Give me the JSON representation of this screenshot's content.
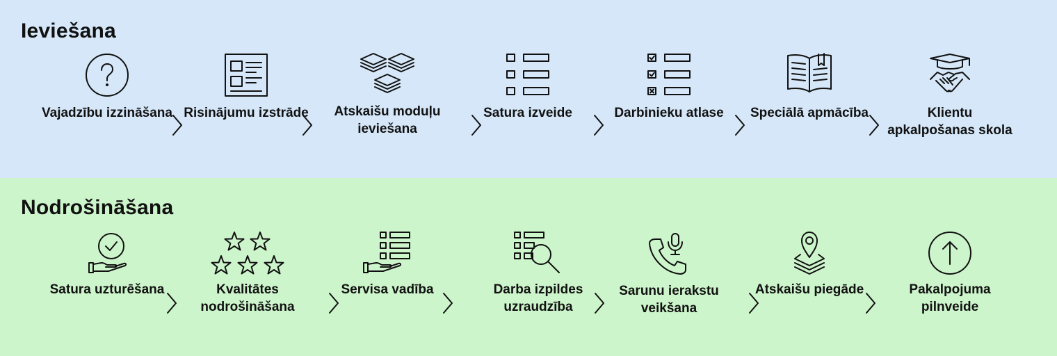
{
  "implementation": {
    "title": "Ieviešana",
    "steps": [
      {
        "label": "Vajadzību izzināšana",
        "icon": "question-circle-icon"
      },
      {
        "label": "Risinājumu izstrāde",
        "icon": "document-layout-icon"
      },
      {
        "label": "Atskaišu moduļu ieviešana",
        "icon": "layers-stack-icon"
      },
      {
        "label": "Satura izveide",
        "icon": "list-icon"
      },
      {
        "label": "Darbinieku atlase",
        "icon": "checklist-icon"
      },
      {
        "label": "Speciālā apmācība",
        "icon": "open-book-icon"
      },
      {
        "label": "Klientu apkalpošanas skola",
        "icon": "graduation-handshake-icon"
      }
    ]
  },
  "assurance": {
    "title": "Nodrošināšana",
    "steps": [
      {
        "label": "Satura uzturēšana",
        "icon": "hand-check-icon"
      },
      {
        "label": "Kvalitātes nodrošināšana",
        "icon": "stars-icon"
      },
      {
        "label": "Servisa vadība",
        "icon": "hand-list-icon"
      },
      {
        "label": "Darba izpildes uzraudzība",
        "icon": "list-search-icon"
      },
      {
        "label": "Sarunu ierakstu veikšana",
        "icon": "phone-mic-icon"
      },
      {
        "label": "Atskaišu piegāde",
        "icon": "location-layers-icon"
      },
      {
        "label": "Pakalpojuma pilnveide",
        "icon": "arrow-up-circle-icon"
      }
    ]
  },
  "colors": {
    "top_bg": "#d5e7f8",
    "bottom_bg": "#cdf5cb",
    "ink": "#111111"
  }
}
